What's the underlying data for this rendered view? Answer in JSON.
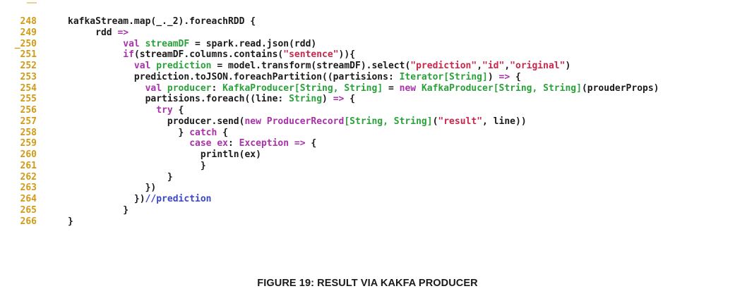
{
  "colors": {
    "line_number": "#d19a16",
    "keyword": "#a832a8",
    "type": "#2aa13a",
    "string": "#c8264a",
    "comment": "#3a46c8",
    "text": "#1a1a1a"
  },
  "code": {
    "lines": [
      {
        "number": "248",
        "tokens": [
          {
            "t": "kafkaStream.map(_._2).foreachRDD {",
            "c": "plain"
          }
        ]
      },
      {
        "number": "249",
        "tokens": [
          {
            "t": "     rdd ",
            "c": "plain"
          },
          {
            "t": "=>",
            "c": "kw"
          }
        ]
      },
      {
        "number": "250",
        "marker": "_",
        "tokens": [
          {
            "t": "          ",
            "c": "plain"
          },
          {
            "t": "val",
            "c": "kw"
          },
          {
            "t": " ",
            "c": "plain"
          },
          {
            "t": "streamDF",
            "c": "type"
          },
          {
            "t": " = spark.read.json(rdd)",
            "c": "plain"
          }
        ]
      },
      {
        "number": "251",
        "tokens": [
          {
            "t": "          ",
            "c": "plain"
          },
          {
            "t": "if",
            "c": "kw"
          },
          {
            "t": "(streamDF.columns.contains(",
            "c": "plain"
          },
          {
            "t": "\"sentence\"",
            "c": "str"
          },
          {
            "t": ")){",
            "c": "plain"
          }
        ]
      },
      {
        "number": "252",
        "tokens": [
          {
            "t": "            ",
            "c": "plain"
          },
          {
            "t": "val",
            "c": "kw"
          },
          {
            "t": " ",
            "c": "plain"
          },
          {
            "t": "prediction",
            "c": "type"
          },
          {
            "t": " = model.transform(streamDF).select(",
            "c": "plain"
          },
          {
            "t": "\"prediction\"",
            "c": "str"
          },
          {
            "t": ",",
            "c": "plain"
          },
          {
            "t": "\"id\"",
            "c": "str"
          },
          {
            "t": ",",
            "c": "plain"
          },
          {
            "t": "\"original\"",
            "c": "str"
          },
          {
            "t": ")",
            "c": "plain"
          }
        ]
      },
      {
        "number": "253",
        "tokens": [
          {
            "t": "            prediction.toJSON.foreachPartition((partisions: ",
            "c": "plain"
          },
          {
            "t": "Iterator[String]",
            "c": "type"
          },
          {
            "t": ") ",
            "c": "plain"
          },
          {
            "t": "=>",
            "c": "kw"
          },
          {
            "t": " {",
            "c": "plain"
          }
        ]
      },
      {
        "number": "254",
        "tokens": [
          {
            "t": "              ",
            "c": "plain"
          },
          {
            "t": "val",
            "c": "kw"
          },
          {
            "t": " ",
            "c": "plain"
          },
          {
            "t": "producer",
            "c": "type"
          },
          {
            "t": ": ",
            "c": "plain"
          },
          {
            "t": "KafkaProducer[String, String]",
            "c": "type"
          },
          {
            "t": " = ",
            "c": "plain"
          },
          {
            "t": "new",
            "c": "kw"
          },
          {
            "t": " ",
            "c": "plain"
          },
          {
            "t": "KafkaProducer[String, String]",
            "c": "type"
          },
          {
            "t": "(prouderProps)",
            "c": "plain"
          }
        ]
      },
      {
        "number": "255",
        "tokens": [
          {
            "t": "              partisions.foreach((line: ",
            "c": "plain"
          },
          {
            "t": "String",
            "c": "type"
          },
          {
            "t": ") ",
            "c": "plain"
          },
          {
            "t": "=>",
            "c": "kw"
          },
          {
            "t": " {",
            "c": "plain"
          }
        ]
      },
      {
        "number": "256",
        "tokens": [
          {
            "t": "                ",
            "c": "plain"
          },
          {
            "t": "try",
            "c": "kw"
          },
          {
            "t": " {",
            "c": "plain"
          }
        ]
      },
      {
        "number": "257",
        "tokens": [
          {
            "t": "                  producer.send(",
            "c": "plain"
          },
          {
            "t": "new",
            "c": "kw"
          },
          {
            "t": " ",
            "c": "plain"
          },
          {
            "t": "ProducerRecord",
            "c": "kw"
          },
          {
            "t": "[String, String]",
            "c": "type"
          },
          {
            "t": "(",
            "c": "plain"
          },
          {
            "t": "\"result\"",
            "c": "str"
          },
          {
            "t": ", line))",
            "c": "plain"
          }
        ]
      },
      {
        "number": "258",
        "tokens": [
          {
            "t": "                    } ",
            "c": "plain"
          },
          {
            "t": "catch",
            "c": "kw"
          },
          {
            "t": " {",
            "c": "plain"
          }
        ]
      },
      {
        "number": "259",
        "tokens": [
          {
            "t": "                      ",
            "c": "plain"
          },
          {
            "t": "case",
            "c": "kw"
          },
          {
            "t": " ",
            "c": "plain"
          },
          {
            "t": "ex",
            "c": "kw"
          },
          {
            "t": ": ",
            "c": "plain"
          },
          {
            "t": "Exception",
            "c": "kw"
          },
          {
            "t": " ",
            "c": "plain"
          },
          {
            "t": "=>",
            "c": "kw"
          },
          {
            "t": " {",
            "c": "plain"
          }
        ]
      },
      {
        "number": "260",
        "tokens": [
          {
            "t": "                        println(ex)",
            "c": "plain"
          }
        ]
      },
      {
        "number": "261",
        "tokens": [
          {
            "t": "                        }",
            "c": "plain"
          }
        ]
      },
      {
        "number": "262",
        "tokens": [
          {
            "t": "                  }",
            "c": "plain"
          }
        ]
      },
      {
        "number": "263",
        "tokens": [
          {
            "t": "              })",
            "c": "plain"
          }
        ]
      },
      {
        "number": "264",
        "tokens": [
          {
            "t": "            })",
            "c": "plain"
          },
          {
            "t": "//prediction",
            "c": "cmt"
          }
        ]
      },
      {
        "number": "265",
        "tokens": [
          {
            "t": "          }",
            "c": "plain"
          }
        ]
      },
      {
        "number": "266",
        "tokens": [
          {
            "t": "}",
            "c": "plain"
          }
        ]
      }
    ]
  },
  "caption": {
    "text": "FIGURE 19: RESULT VIA KAKFA PRODUCER"
  }
}
